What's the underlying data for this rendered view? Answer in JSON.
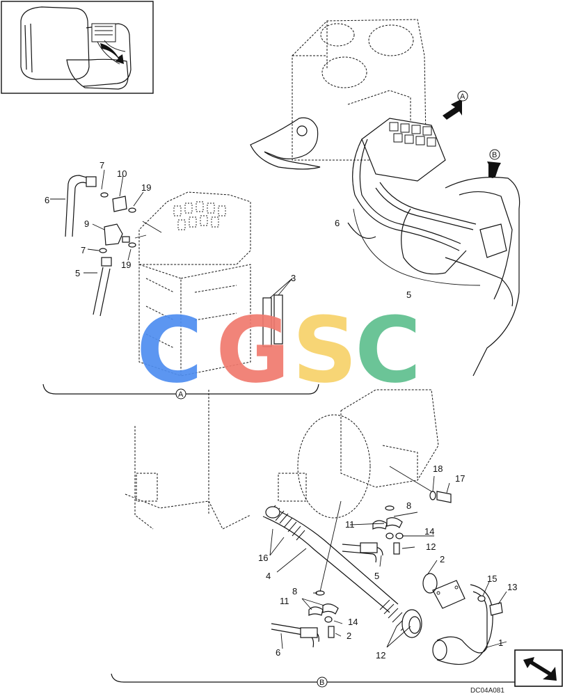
{
  "drawing_code": "DC04A081",
  "section_refs": {
    "a": "A",
    "b": "B"
  },
  "watermark": {
    "letters": [
      "C",
      "G",
      "S",
      "C"
    ],
    "colors": [
      "#4f8ef0",
      "#f07a6e",
      "#f7d26a",
      "#5fbf8f"
    ]
  },
  "callouts": {
    "c1": "1",
    "c2a": "2",
    "c2b": "2",
    "c3": "3",
    "c4": "4",
    "c5a": "5",
    "c5b": "5",
    "c5c": "5",
    "c6a": "6",
    "c6b": "6",
    "c6c": "6",
    "c7a": "7",
    "c7b": "7",
    "c8a": "8",
    "c8b": "8",
    "c9": "9",
    "c10": "10",
    "c11a": "11",
    "c11b": "11",
    "c12a": "12",
    "c12b": "12",
    "c13": "13",
    "c14a": "14",
    "c14b": "14",
    "c15": "15",
    "c16": "16",
    "c17": "17",
    "c18": "18",
    "c19a": "19",
    "c19b": "19"
  },
  "icons": {
    "thumbnail": "machine-overview-icon",
    "arrow_a": "view-arrow-a-icon",
    "arrow_b": "view-arrow-b-icon",
    "nav": "next-page-arrow-icon"
  }
}
